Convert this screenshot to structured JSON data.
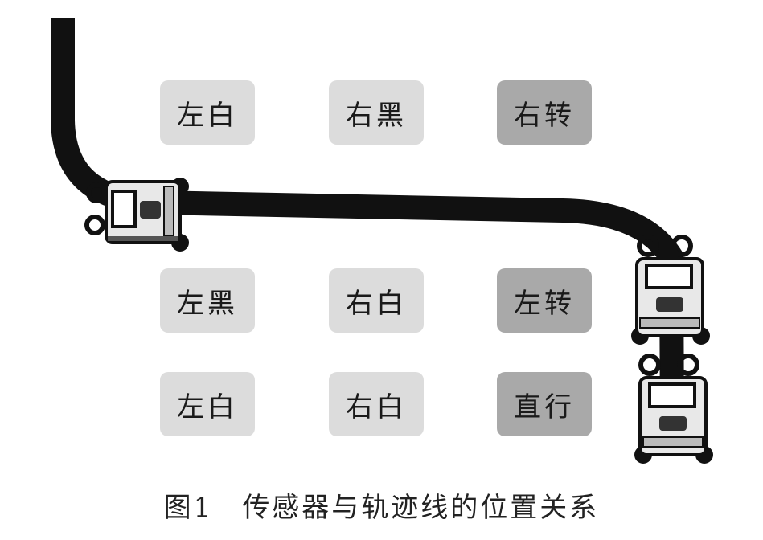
{
  "labels": {
    "row1": [
      "左白",
      "右黑",
      "右转"
    ],
    "row2": [
      "左黑",
      "右白",
      "左转"
    ],
    "row3": [
      "左白",
      "右白",
      "直行"
    ]
  },
  "caption": {
    "number": "图1",
    "text": "传感器与轨迹线的位置关系"
  },
  "colors": {
    "track": "#111111",
    "box_light": "#dcdcdc",
    "box_dark": "#a9a9a9"
  }
}
